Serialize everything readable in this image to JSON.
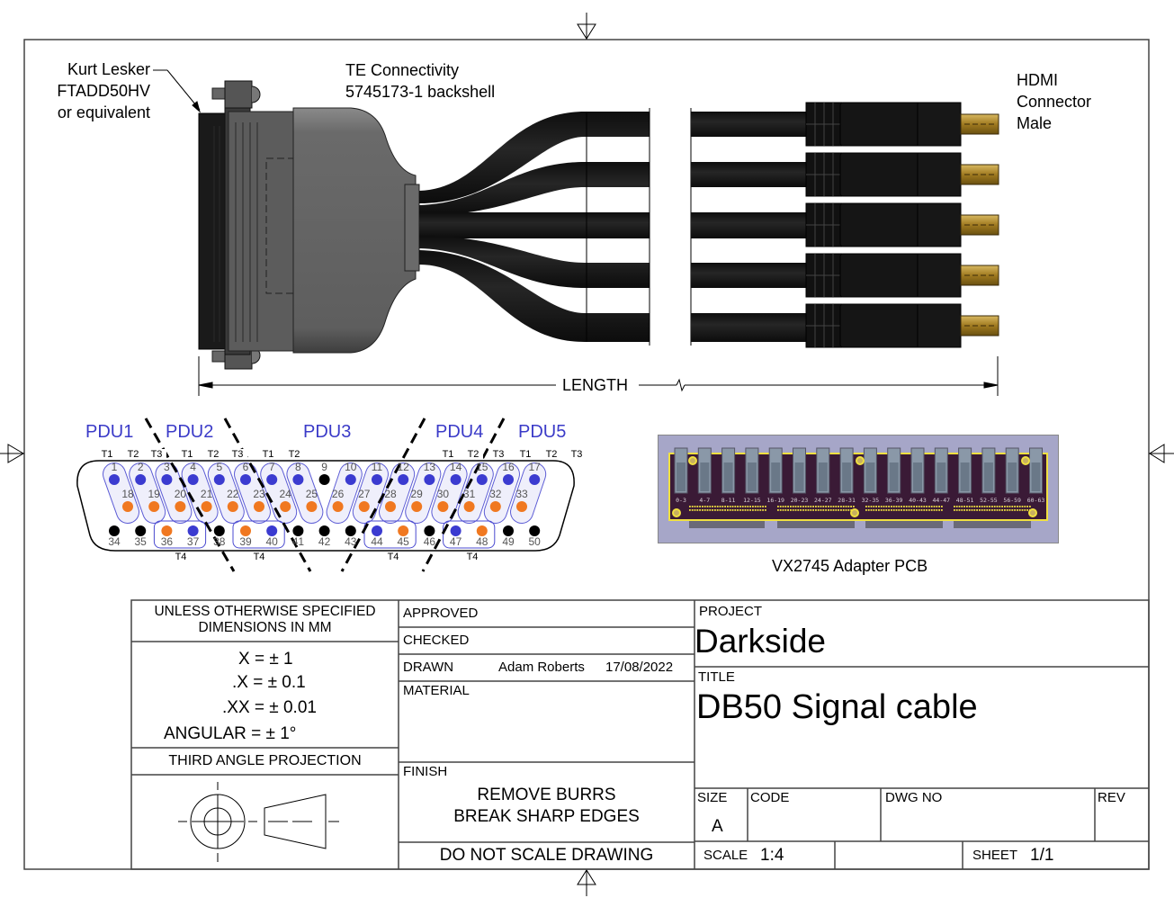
{
  "drawing": {
    "callouts": {
      "dsub_connector": [
        "Kurt Lesker",
        "FTADD50HV",
        "or equivalent"
      ],
      "backshell": [
        "TE Connectivity",
        "5745173-1 backshell"
      ],
      "hdmi": [
        "HDMI",
        "Connector",
        "Male"
      ]
    },
    "dimension_label": "LENGTH",
    "cable_count": 5,
    "pcb_caption": "VX2745 Adapter PCB",
    "pcb_channel_labels": [
      "0-3",
      "4-7",
      "8-11",
      "12-15",
      "16-19",
      "20-23",
      "24-27",
      "28-31",
      "32-35",
      "36-39",
      "40-43",
      "44-47",
      "48-51",
      "52-55",
      "56-59",
      "60-63"
    ],
    "colors": {
      "pdu_label": "#3b3bc8",
      "pin_blue": "#3b3bd0",
      "pin_orange": "#f07820",
      "pin_black": "#000000",
      "group_outline": "#4a4ad0",
      "pcb_board": "#3a1a36",
      "pcb_outline": "#f0e040",
      "pcb_background": "#a6a6c8",
      "cable": "#1e1e1e",
      "hdmi_gold": "#b08a2c"
    }
  },
  "pinout": {
    "pdu_labels": [
      "PDU1",
      "PDU2",
      "PDU3",
      "PDU4",
      "PDU5"
    ],
    "top_group_labels": [
      "T1",
      "T2",
      "T3",
      "T1",
      "T2",
      "T3",
      "T1",
      "T2",
      "T1",
      "T2",
      "T3",
      "T1",
      "T2",
      "T3"
    ],
    "bottom_group_label": "T4",
    "row1": [
      {
        "n": "1",
        "c": "blue"
      },
      {
        "n": "2",
        "c": "blue"
      },
      {
        "n": "3",
        "c": "blue"
      },
      {
        "n": "4",
        "c": "blue"
      },
      {
        "n": "5",
        "c": "blue"
      },
      {
        "n": "6",
        "c": "blue"
      },
      {
        "n": "7",
        "c": "blue"
      },
      {
        "n": "8",
        "c": "blue"
      },
      {
        "n": "9",
        "c": "black"
      },
      {
        "n": "10",
        "c": "blue"
      },
      {
        "n": "11",
        "c": "blue"
      },
      {
        "n": "12",
        "c": "blue"
      },
      {
        "n": "13",
        "c": "blue"
      },
      {
        "n": "14",
        "c": "blue"
      },
      {
        "n": "15",
        "c": "blue"
      },
      {
        "n": "16",
        "c": "blue"
      },
      {
        "n": "17",
        "c": "blue"
      }
    ],
    "row2": [
      {
        "n": "18",
        "c": "orange"
      },
      {
        "n": "19",
        "c": "orange"
      },
      {
        "n": "20",
        "c": "orange"
      },
      {
        "n": "21",
        "c": "orange"
      },
      {
        "n": "22",
        "c": "orange"
      },
      {
        "n": "23",
        "c": "orange"
      },
      {
        "n": "24",
        "c": "orange"
      },
      {
        "n": "25",
        "c": "orange"
      },
      {
        "n": "26",
        "c": "orange"
      },
      {
        "n": "27",
        "c": "orange"
      },
      {
        "n": "28",
        "c": "orange"
      },
      {
        "n": "29",
        "c": "orange"
      },
      {
        "n": "30",
        "c": "orange"
      },
      {
        "n": "31",
        "c": "orange"
      },
      {
        "n": "32",
        "c": "orange"
      },
      {
        "n": "33",
        "c": "orange"
      }
    ],
    "row3": [
      {
        "n": "34",
        "c": "black"
      },
      {
        "n": "35",
        "c": "black"
      },
      {
        "n": "36",
        "c": "orange"
      },
      {
        "n": "37",
        "c": "blue"
      },
      {
        "n": "38",
        "c": "black"
      },
      {
        "n": "39",
        "c": "orange"
      },
      {
        "n": "40",
        "c": "blue"
      },
      {
        "n": "41",
        "c": "black"
      },
      {
        "n": "42",
        "c": "black"
      },
      {
        "n": "43",
        "c": "black"
      },
      {
        "n": "44",
        "c": "blue"
      },
      {
        "n": "45",
        "c": "orange"
      },
      {
        "n": "46",
        "c": "black"
      },
      {
        "n": "47",
        "c": "blue"
      },
      {
        "n": "48",
        "c": "orange"
      },
      {
        "n": "49",
        "c": "black"
      },
      {
        "n": "50",
        "c": "black"
      }
    ]
  },
  "title_block": {
    "tolerance_header": [
      "UNLESS OTHERWISE SPECIFIED",
      "DIMENSIONS IN MM"
    ],
    "tolerances": [
      "X = ± 1",
      ".X = ± 0.1",
      ".XX = ± 0.01",
      "ANGULAR = ± 1°"
    ],
    "projection": "THIRD ANGLE PROJECTION",
    "approved_label": "APPROVED",
    "approved_value": "",
    "checked_label": "CHECKED",
    "checked_value": "",
    "drawn_label": "DRAWN",
    "drawn_by": "Adam Roberts",
    "drawn_date": "17/08/2022",
    "material_label": "MATERIAL",
    "material_value": "",
    "finish_label": "FINISH",
    "finish_value": [
      "REMOVE BURRS",
      "BREAK SHARP EDGES"
    ],
    "note": "DO NOT SCALE DRAWING",
    "project_label": "PROJECT",
    "project_value": "Darkside",
    "title_label": "TITLE",
    "title_value": "DB50 Signal cable",
    "size_label": "SIZE",
    "size_value": "A",
    "code_label": "CODE",
    "code_value": "",
    "dwg_no_label": "DWG NO",
    "dwg_no_value": "",
    "rev_label": "REV",
    "rev_value": "",
    "scale_label": "SCALE",
    "scale_value": "1:4",
    "sheet_label": "SHEET",
    "sheet_value": "1/1"
  }
}
